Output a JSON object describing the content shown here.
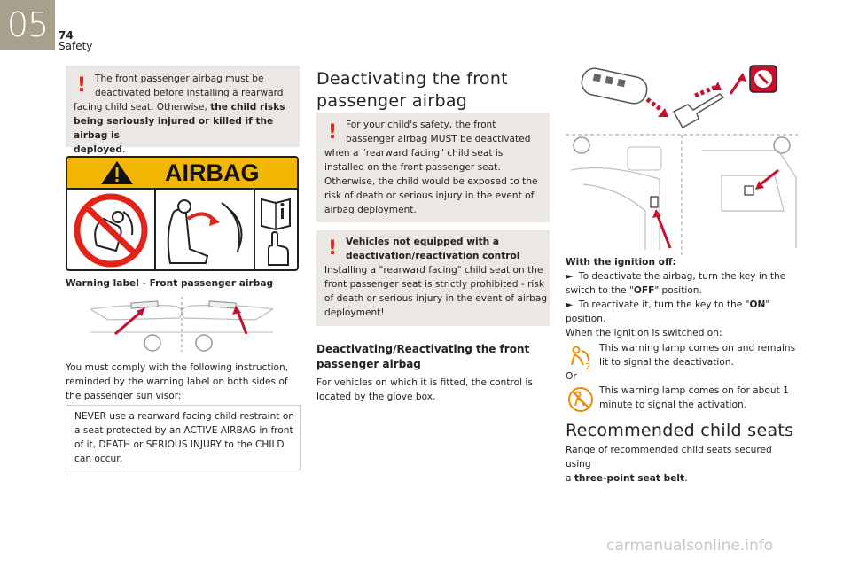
{
  "header": {
    "chapter": "05",
    "page_number": "74",
    "section": "Safety"
  },
  "col1": {
    "warning": {
      "line1": "The front passenger airbag must be",
      "line2": "deactivated before installing a rearward",
      "line3": "facing child seat. Otherwise, ",
      "line3_bold": "the child risks",
      "line4": "being seriously injured or killed if the airbag is",
      "line5": "deployed",
      "line5_tail": "."
    },
    "airbag_label": {
      "title": "AIRBAG"
    },
    "caption": "Warning label - Front passenger airbag",
    "para": [
      "You must comply with the following instruction,",
      "reminded by the warning label on both sides of",
      "the passenger sun visor:"
    ],
    "notice": [
      "NEVER use a rearward facing child restraint on",
      "a seat protected by an ACTIVE AIRBAG in front",
      "of it, DEATH or SERIOUS INJURY to the CHILD",
      "can occur."
    ]
  },
  "col2": {
    "title": [
      "Deactivating the front",
      "passenger airbag"
    ],
    "warning1": [
      "For your child's safety, the front",
      "passenger airbag MUST be deactivated",
      "when a \"rearward facing\" child seat is",
      "installed on the front passenger seat.",
      "Otherwise, the child would be exposed to the",
      "risk of death or serious injury in the event of",
      "airbag deployment."
    ],
    "warning2_title": [
      "Vehicles not equipped with a",
      "deactivation/reactivation control"
    ],
    "warning2": [
      "Installing a \"rearward facing\" child seat on the",
      "front passenger seat is strictly prohibited - risk",
      "of death or serious injury in the event of airbag",
      "deployment!"
    ],
    "subtitle": [
      "Deactivating/Reactivating the front",
      "passenger airbag"
    ],
    "para": [
      "For vehicles on which it is fitted, the control is",
      "located by the glove box."
    ]
  },
  "col3": {
    "ignition_title": "With the ignition off:",
    "step1a": "To deactivate the airbag, turn the key in the",
    "step1b_pre": "switch to the \"",
    "step1b_bold": "OFF",
    "step1b_post": "\" position.",
    "step2a_pre": "To reactivate it, turn the key to the \"",
    "step2a_bold": "ON",
    "step2a_post": "\"",
    "step2b": "position.",
    "when_on": "When the ignition is switched on:",
    "lamp1": [
      "This warning lamp comes on and remains",
      "lit to signal the deactivation."
    ],
    "or": "Or",
    "lamp2": [
      "This warning lamp comes on for about 1",
      "minute to signal the activation."
    ],
    "title": "Recommended child seats",
    "range_pre": "Range of recommended child seats secured using",
    "range_mid": "a ",
    "range_bold": "three-point seat belt",
    "range_post": ".",
    "bullet": "►"
  },
  "footer": {
    "watermark": "carmanualsonline.info"
  },
  "colors": {
    "warning_red": "#e2231a",
    "label_yellow": "#f2b705",
    "lamp_orange": "#f08a00",
    "tab": "#a7a08c"
  },
  "icons": [
    "exclamation-icon",
    "airbag-warning-label",
    "sun-visor-illustration",
    "key-switch-illustration",
    "airbag-off-lamp-icon",
    "airbag-on-lamp-icon"
  ]
}
